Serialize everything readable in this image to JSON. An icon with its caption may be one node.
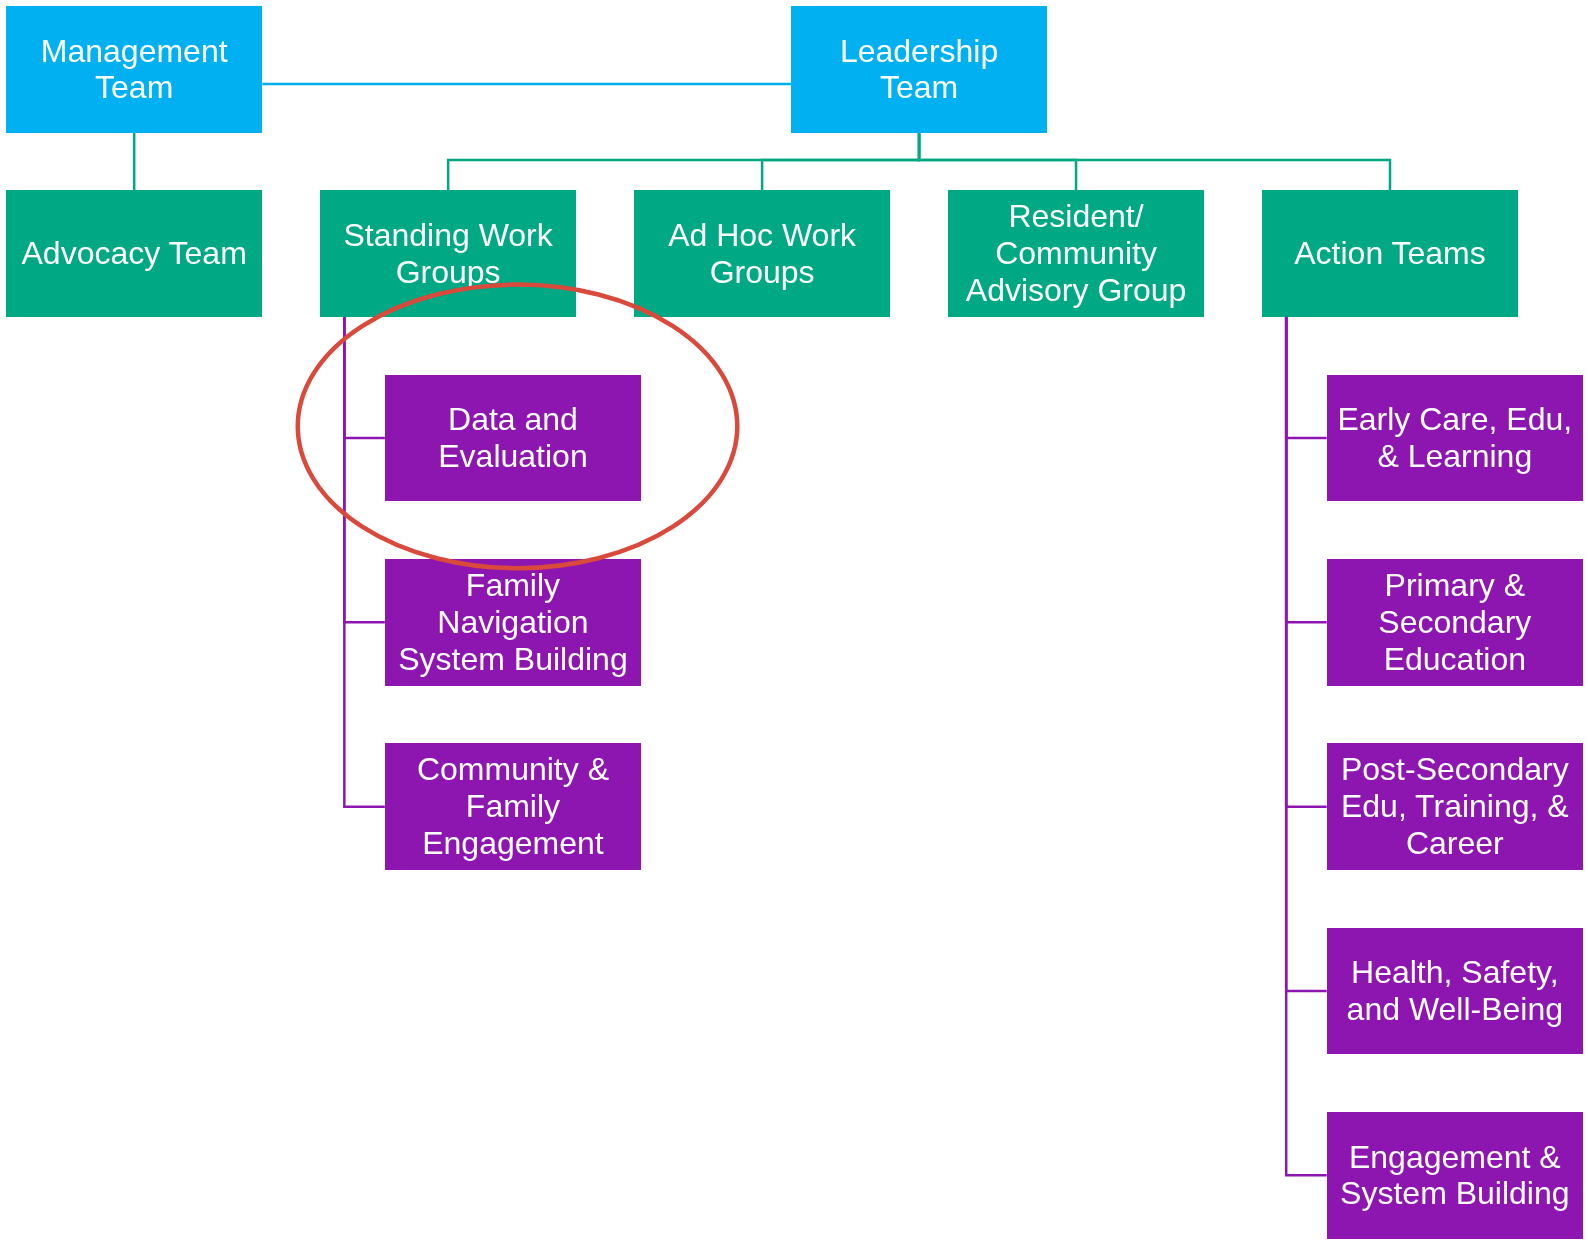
{
  "diagram": {
    "nodes": [
      {
        "text": [
          "Management Team"
        ]
      },
      {
        "text": [
          "Leadership Team"
        ]
      },
      {
        "text": [
          "Advocacy Team"
        ]
      },
      {
        "text": [
          "Standing Work Groups"
        ]
      },
      {
        "text": [
          "Ad Hoc Work Groups"
        ]
      },
      {
        "text": [
          "Resident/ Community Advisory Group"
        ]
      },
      {
        "text": [
          "Action Teams"
        ]
      },
      {
        "text": [
          "Data and Evaluation"
        ]
      },
      {
        "text": [
          "Family Navigation System Building"
        ]
      },
      {
        "text": [
          "Community & Family Engagement"
        ]
      },
      {
        "text": [
          "Early Care, Edu, & Learning"
        ]
      },
      {
        "text": [
          "Primary & Secondary Education"
        ]
      },
      {
        "text": [
          "Post-Secondary Edu, Training, & Career"
        ]
      },
      {
        "text": [
          "Health, Safety, and Well-Being"
        ]
      },
      {
        "text": [
          "Engagement & System Building"
        ]
      }
    ],
    "edges": [
      {
        "from": 0,
        "to": 1,
        "arrow": "none",
        "color": "#00b0f0"
      },
      {
        "from": 0,
        "to": 2,
        "arrow": "none",
        "color": "#00a884"
      },
      {
        "from": 1,
        "to": 3,
        "arrow": "none",
        "color": "#00a884"
      },
      {
        "from": 1,
        "to": 4,
        "arrow": "none",
        "color": "#00a884"
      },
      {
        "from": 1,
        "to": 5,
        "arrow": "none",
        "color": "#00a884"
      },
      {
        "from": 1,
        "to": 6,
        "arrow": "none",
        "color": "#00a884"
      },
      {
        "from": 3,
        "to": 7,
        "arrow": "none"
      },
      {
        "from": 3,
        "to": 8,
        "arrow": "none"
      },
      {
        "from": 3,
        "to": 9,
        "arrow": "none"
      },
      {
        "from": 6,
        "to": 10,
        "arrow": "none"
      },
      {
        "from": 6,
        "to": 11,
        "arrow": "none"
      },
      {
        "from": 6,
        "to": 12,
        "arrow": "none"
      },
      {
        "from": 6,
        "to": 13,
        "arrow": "none"
      },
      {
        "from": 6,
        "to": 14,
        "arrow": "none"
      }
    ]
  }
}
